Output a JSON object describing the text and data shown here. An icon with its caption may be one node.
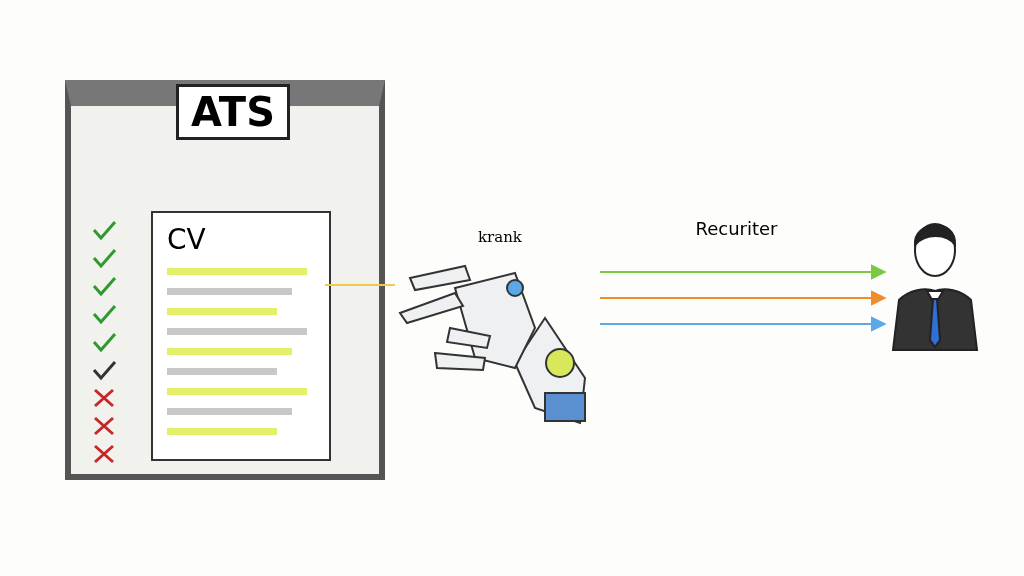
{
  "diagram": {
    "nodes": [
      {
        "text": [
          "ATS"
        ]
      },
      {
        "text": [
          "CV"
        ],
        "in": 0
      },
      {
        "text": [],
        "shape": "picture"
      },
      {
        "text": [],
        "shape": "person"
      }
    ],
    "edges": [
      {
        "from": 1,
        "to": 2,
        "arrow": "none",
        "color": "#f2c94c"
      },
      {
        "from": 2,
        "to": 3,
        "arrow": "to",
        "label": "Recuriter",
        "color": "#7ac943"
      },
      {
        "from": 2,
        "to": 3,
        "arrow": "to",
        "color": "#f08c2a"
      },
      {
        "from": 2,
        "to": 3,
        "arrow": "to",
        "color": "#5aa9e6"
      }
    ],
    "labels": [
      "krank"
    ]
  }
}
